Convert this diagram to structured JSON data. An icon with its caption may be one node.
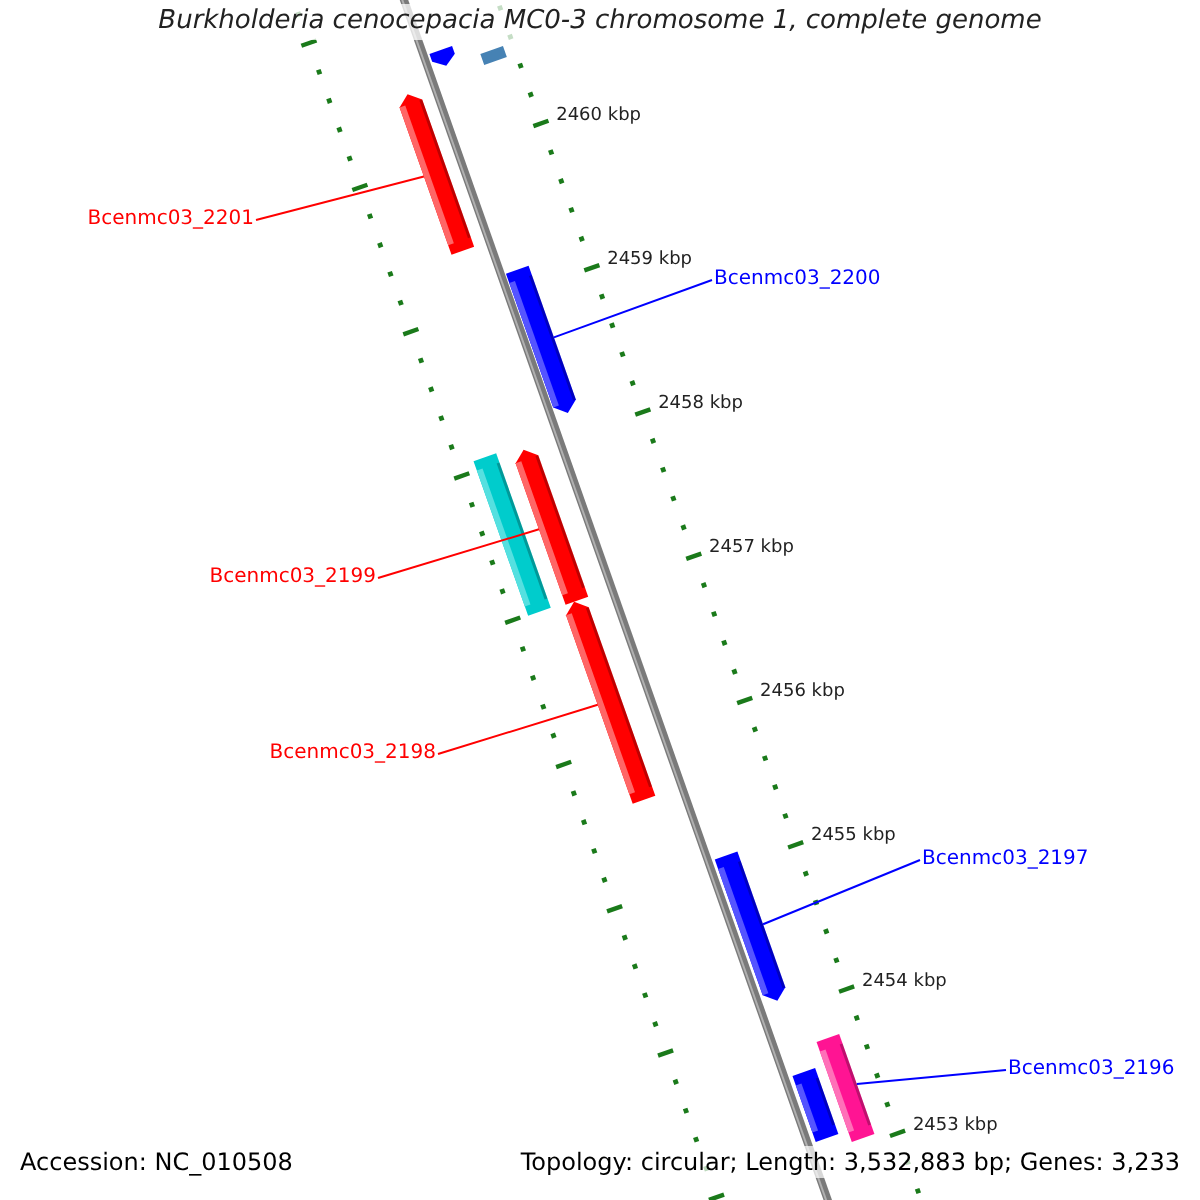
{
  "diagram": {
    "title": "Burkholderia cenocepacia MC0-3 chromosome 1, complete genome",
    "nodes": [
      {
        "text": [],
        "shape": "bar"
      },
      {
        "text": [],
        "shape": "bar"
      },
      {
        "text": [],
        "shape": "bar"
      },
      {
        "text": [],
        "shape": "bar"
      },
      {
        "text": [],
        "shape": "bar"
      },
      {
        "text": [],
        "shape": "bar"
      },
      {
        "text": [],
        "shape": "bar"
      },
      {
        "text": [],
        "shape": "bar"
      },
      {
        "text": [],
        "shape": "bar"
      },
      {
        "text": [],
        "shape": "bar"
      },
      {
        "text": [
          "Bcenmc03_2201"
        ]
      },
      {
        "text": [
          "Bcenmc03_2200"
        ]
      },
      {
        "text": [
          "Bcenmc03_2199"
        ]
      },
      {
        "text": [
          "Bcenmc03_2198"
        ]
      },
      {
        "text": [
          "Bcenmc03_2197"
        ]
      },
      {
        "text": [
          "Bcenmc03_2196"
        ]
      }
    ],
    "edges": [
      {
        "from": 10,
        "to": 2,
        "arrow": "none",
        "color": "#ff0000"
      },
      {
        "from": 11,
        "to": 3,
        "arrow": "none",
        "color": "#0000ff"
      },
      {
        "from": 12,
        "to": 5,
        "arrow": "none",
        "color": "#ff0000"
      },
      {
        "from": 13,
        "to": 6,
        "arrow": "none",
        "color": "#ff0000"
      },
      {
        "from": 14,
        "to": 7,
        "arrow": "none",
        "color": "#0000ff"
      },
      {
        "from": 15,
        "to": 9,
        "arrow": "none",
        "color": "#0000ff"
      }
    ],
    "labels": [
      "2460 kbp",
      "2459 kbp",
      "2458 kbp",
      "2457 kbp",
      "2456 kbp",
      "2455 kbp",
      "2454 kbp",
      "2453 kbp",
      "Accession: NC_010508",
      "Topology: circular; Length: 3,532,883 bp; Genes: 3,233"
    ]
  }
}
